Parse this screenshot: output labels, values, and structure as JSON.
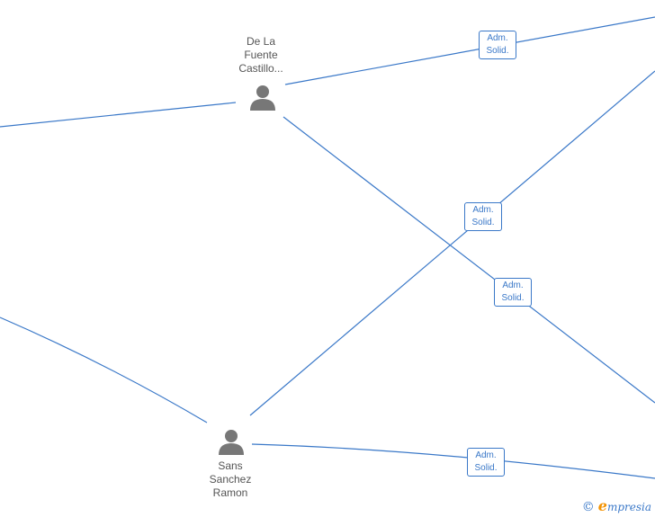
{
  "diagram": {
    "nodes": [
      {
        "id": "de-la-fuente",
        "label": "De La\nFuente\nCastillo..."
      },
      {
        "id": "sans-sanchez",
        "label": "Sans\nSanchez\nRamon"
      }
    ],
    "edge_label_line1": "Adm.",
    "edge_label_line2": "Solid.",
    "colors": {
      "line": "#3a78c8",
      "icon": "#777777",
      "text": "#555555"
    }
  },
  "watermark": {
    "copyright": "©",
    "brand_initial": "e",
    "brand_rest": "mpresia"
  }
}
